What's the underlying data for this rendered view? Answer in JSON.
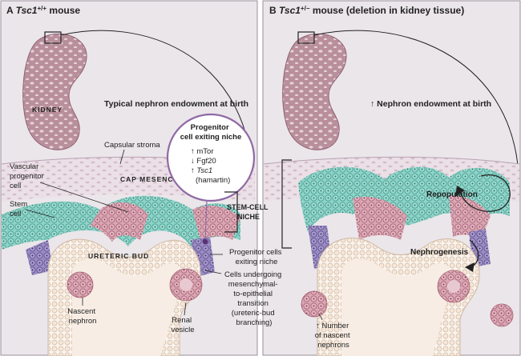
{
  "panel_a": {
    "letter": "A",
    "gene": "Tsc1",
    "genotype": "+/+",
    "suffix": "mouse",
    "kidney_label": "KIDNEY",
    "endowment": "Typical nephron endowment at birth",
    "capsular_stroma": "Capsular stroma",
    "cap_mesenchyme": "CAP MESENCHYME",
    "ureteric_bud": "URETERIC BUD",
    "vascular_progenitor": [
      "Vascular",
      "progenitor",
      "cell"
    ],
    "stem_cell": [
      "Stem",
      "cell"
    ],
    "nascent_nephron": [
      "Nascent",
      "nephron"
    ],
    "renal_vesicle": [
      "Renal",
      "vesicle"
    ],
    "niche_title": [
      "Progenitor",
      "cell exiting niche"
    ],
    "niche_items": [
      "↑ mTor",
      "↓ Fgf20",
      "↑ Tsc1",
      "(hamartin)"
    ],
    "stem_cell_niche": [
      "STEM-CELL",
      "NICHE"
    ],
    "progenitor_exiting": [
      "Progenitor cells",
      "exiting niche"
    ],
    "met_cells": [
      "Cells undergoing",
      "mesenchymal-",
      "to-epithelial",
      "transition",
      "(ureteric-bud",
      "branching)"
    ]
  },
  "panel_b": {
    "letter": "B",
    "gene": "Tsc1",
    "genotype": "+/−",
    "suffix": "mouse (deletion in kidney tissue)",
    "endowment": "↑ Nephron endowment at birth",
    "repopulation": "Repopulation",
    "nephrogenesis": "Nephrogenesis",
    "nascent_count": [
      "↑ Number",
      "of nascent",
      "nephrons"
    ]
  },
  "colors": {
    "background": "#ebe6ea",
    "kidney": "#b98f9c",
    "stem_cell": "#7fcabf",
    "progenitor": "#d49aaa",
    "exiting": "#8f7eb6",
    "ureteric": "#f3e8df",
    "stroma": "#e2d4dd"
  }
}
